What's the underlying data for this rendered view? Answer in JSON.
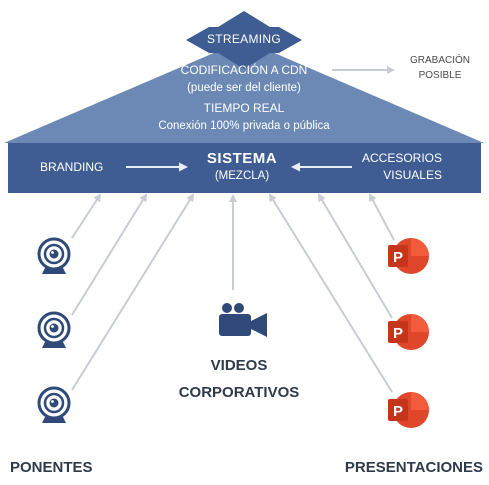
{
  "streaming": "STREAMING",
  "codificacion": "CODIFICACIÓN A CDN",
  "puede_cliente": "(puede ser del cliente)",
  "tiempo_real": "TIEMPO REAL",
  "conexion": "Conexión 100% privada o pública",
  "grabacion_1": "GRABACIÓN",
  "grabacion_2": "POSIBLE",
  "branding": "BRANDING",
  "sistema": "SISTEMA",
  "mezcla": "(MEZCLA)",
  "accesorios_1": "ACCESORIOS",
  "accesorios_2": "VISUALES",
  "videos_1": "VIDEOS",
  "videos_2": "CORPORATIVOS",
  "ponentes": "PONENTES",
  "presentaciones": "PRESENTACIONES",
  "ppt_letter": "P",
  "colors": {
    "roof": "#6c89b6",
    "bar": "#3f5d93",
    "arrow": "#c8cdd4",
    "webcam": "#2f4a78",
    "ppt": "#e0462a",
    "ppt_sheen": "#f25b3b",
    "text_dark": "#2f3b4a"
  },
  "icons": [
    "webcam-icon",
    "video-camera-icon",
    "powerpoint-icon"
  ]
}
